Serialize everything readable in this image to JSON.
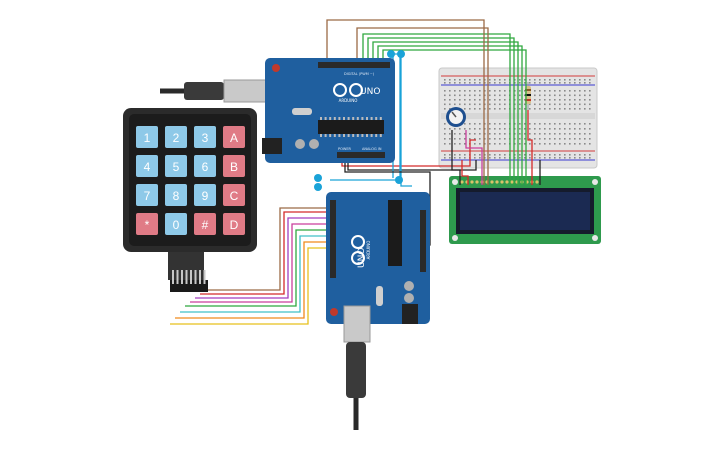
{
  "board_top": {
    "brand": "ARDUINO",
    "model": "UNO",
    "header_digital": "DIGITAL (PWM ~)",
    "header_power": "POWER",
    "header_analog": "ANALOG IN"
  },
  "board_bottom": {
    "brand": "ARDUINO",
    "model": "UNO"
  },
  "keypad": {
    "rows": [
      [
        "1",
        "2",
        "3",
        "A"
      ],
      [
        "4",
        "5",
        "6",
        "B"
      ],
      [
        "7",
        "8",
        "9",
        "C"
      ],
      [
        "*",
        "0",
        "#",
        "D"
      ]
    ],
    "colors": {
      "digit": "#8ec9e8",
      "letter": "#e07b86",
      "symbol": "#e07b86",
      "body": "#2b2b2b"
    }
  },
  "colors": {
    "board": "#1f5f9f",
    "breadboard": "#e6e6e6",
    "lcd_pcb": "#2e9a4d",
    "lcd_screen": "#1b2540",
    "wire_green": "#2fa83f",
    "wire_brown": "#9b6a46",
    "wire_red": "#d42a2a",
    "wire_black": "#222222",
    "wire_blue": "#1aa3d8",
    "wire_purple": "#a23fbf",
    "wire_magenta": "#c93f9c",
    "wire_orange": "#f08a1c",
    "wire_yellow": "#e6c01c",
    "wire_cyan": "#40c0c8"
  }
}
